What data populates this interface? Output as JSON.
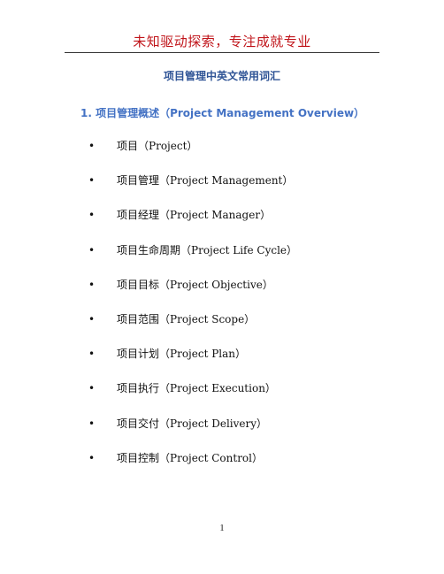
{
  "header": {
    "text": "未知驱动探索，专注成就专业"
  },
  "document": {
    "title": "项目管理中英文常用词汇",
    "section": {
      "heading": "1. 项目管理概述（Project Management Overview）",
      "items": [
        {
          "zh": "项目",
          "en": "（Project）"
        },
        {
          "zh": "项目管理",
          "en": "（Project Management）"
        },
        {
          "zh": "项目经理",
          "en": "（Project Manager）"
        },
        {
          "zh": "项目生命周期",
          "en": "（Project Life Cycle）"
        },
        {
          "zh": "项目目标",
          "en": "（Project Objective）"
        },
        {
          "zh": "项目范围",
          "en": "（Project Scope）"
        },
        {
          "zh": "项目计划",
          "en": "（Project Plan）"
        },
        {
          "zh": "项目执行",
          "en": "（Project Execution）"
        },
        {
          "zh": "项目交付",
          "en": "（Project Delivery）"
        },
        {
          "zh": "项目控制",
          "en": "（Project Control）"
        }
      ]
    }
  },
  "footer": {
    "page_number": "1"
  }
}
